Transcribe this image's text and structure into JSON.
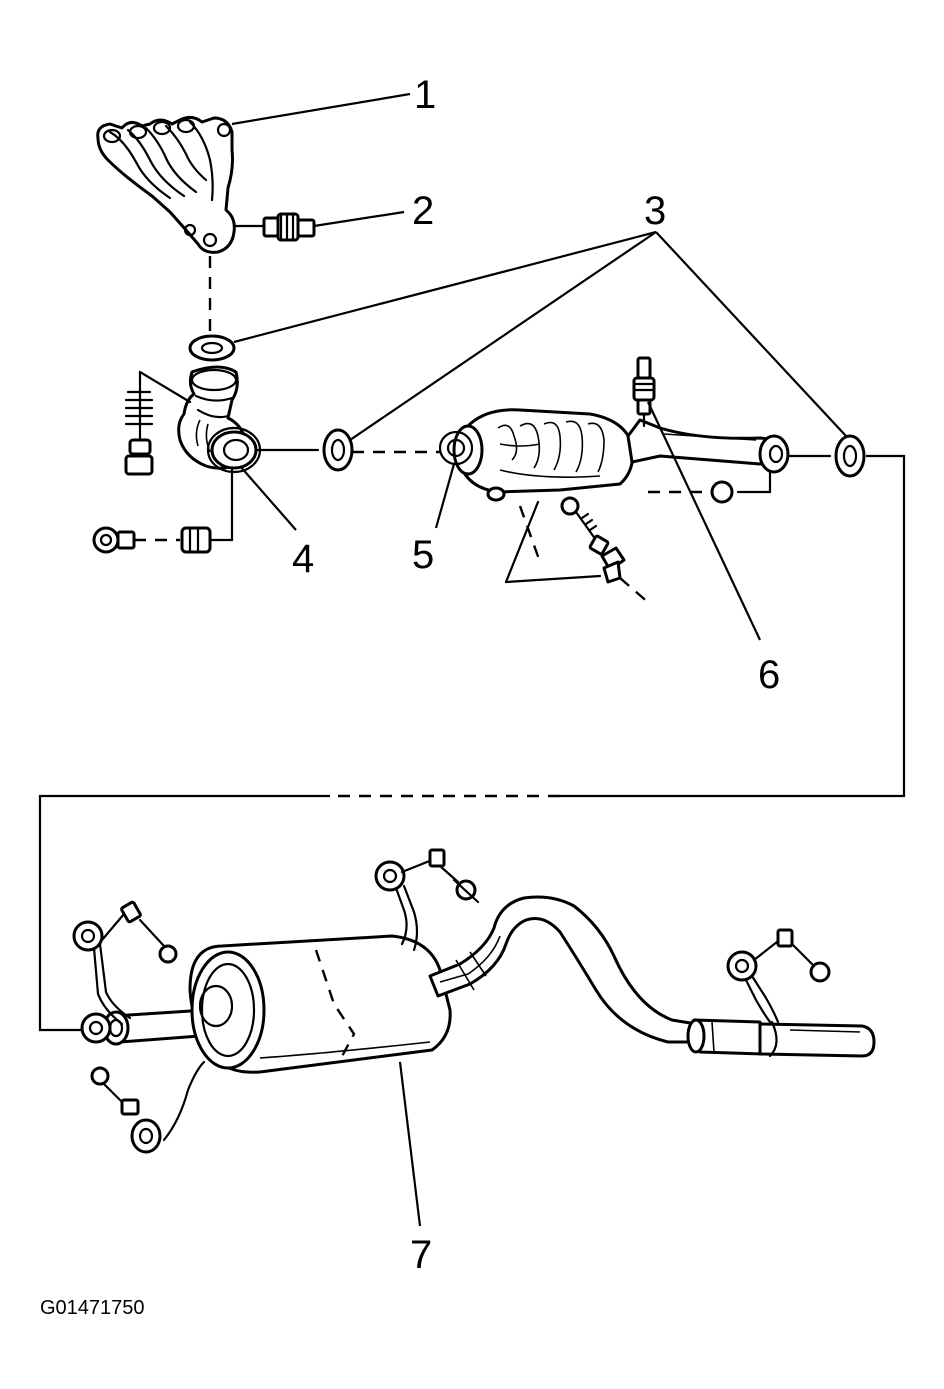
{
  "callouts": [
    {
      "id": 1,
      "text": "1"
    },
    {
      "id": 2,
      "text": "2"
    },
    {
      "id": 3,
      "text": "3"
    },
    {
      "id": 4,
      "text": "4"
    },
    {
      "id": 5,
      "text": "5"
    },
    {
      "id": 6,
      "text": "6"
    },
    {
      "id": 7,
      "text": "7"
    }
  ],
  "figure_code": "G01471750"
}
